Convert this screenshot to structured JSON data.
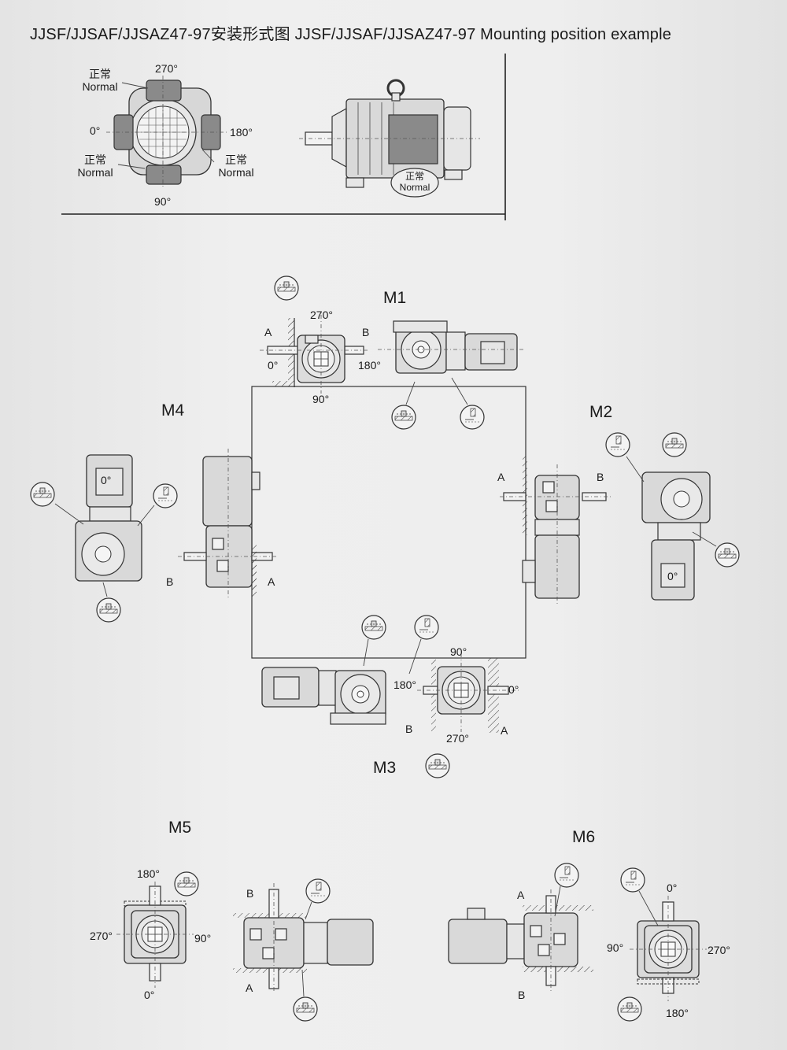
{
  "title": "JJSF/JJSAF/JJSAZ47-97安装形式图  JJSF/JJSAF/JJSAZ47-97 Mounting position example",
  "legend": {
    "angles": {
      "top": "270°",
      "left": "0°",
      "right": "180°",
      "bottom": "90°"
    },
    "normal_cn": "正常",
    "normal_en": "Normal"
  },
  "positions": {
    "m1": {
      "label": "M1",
      "angle_top": "270°",
      "angle_left": "0°",
      "angle_right": "180°",
      "angle_bottom": "90°",
      "side_a": "A",
      "side_b": "B"
    },
    "m2": {
      "label": "M2",
      "side_a": "A",
      "side_b": "B",
      "motor_angle": "0°"
    },
    "m3": {
      "label": "M3",
      "angle_top": "90°",
      "angle_left": "180°",
      "angle_right": "0°",
      "angle_bottom": "270°",
      "side_a": "A",
      "side_b": "B"
    },
    "m4": {
      "label": "M4",
      "side_a": "A",
      "side_b": "B",
      "motor_angle": "0°"
    },
    "m5": {
      "label": "M5",
      "angle_top": "180°",
      "angle_left": "270°",
      "angle_right": "90°",
      "angle_bottom": "0°",
      "side_a": "A",
      "side_b": "B"
    },
    "m6": {
      "label": "M6",
      "angle_top": "0°",
      "angle_left": "90°",
      "angle_right": "270°",
      "angle_bottom": "180°",
      "side_a": "A",
      "side_b": "B"
    }
  }
}
